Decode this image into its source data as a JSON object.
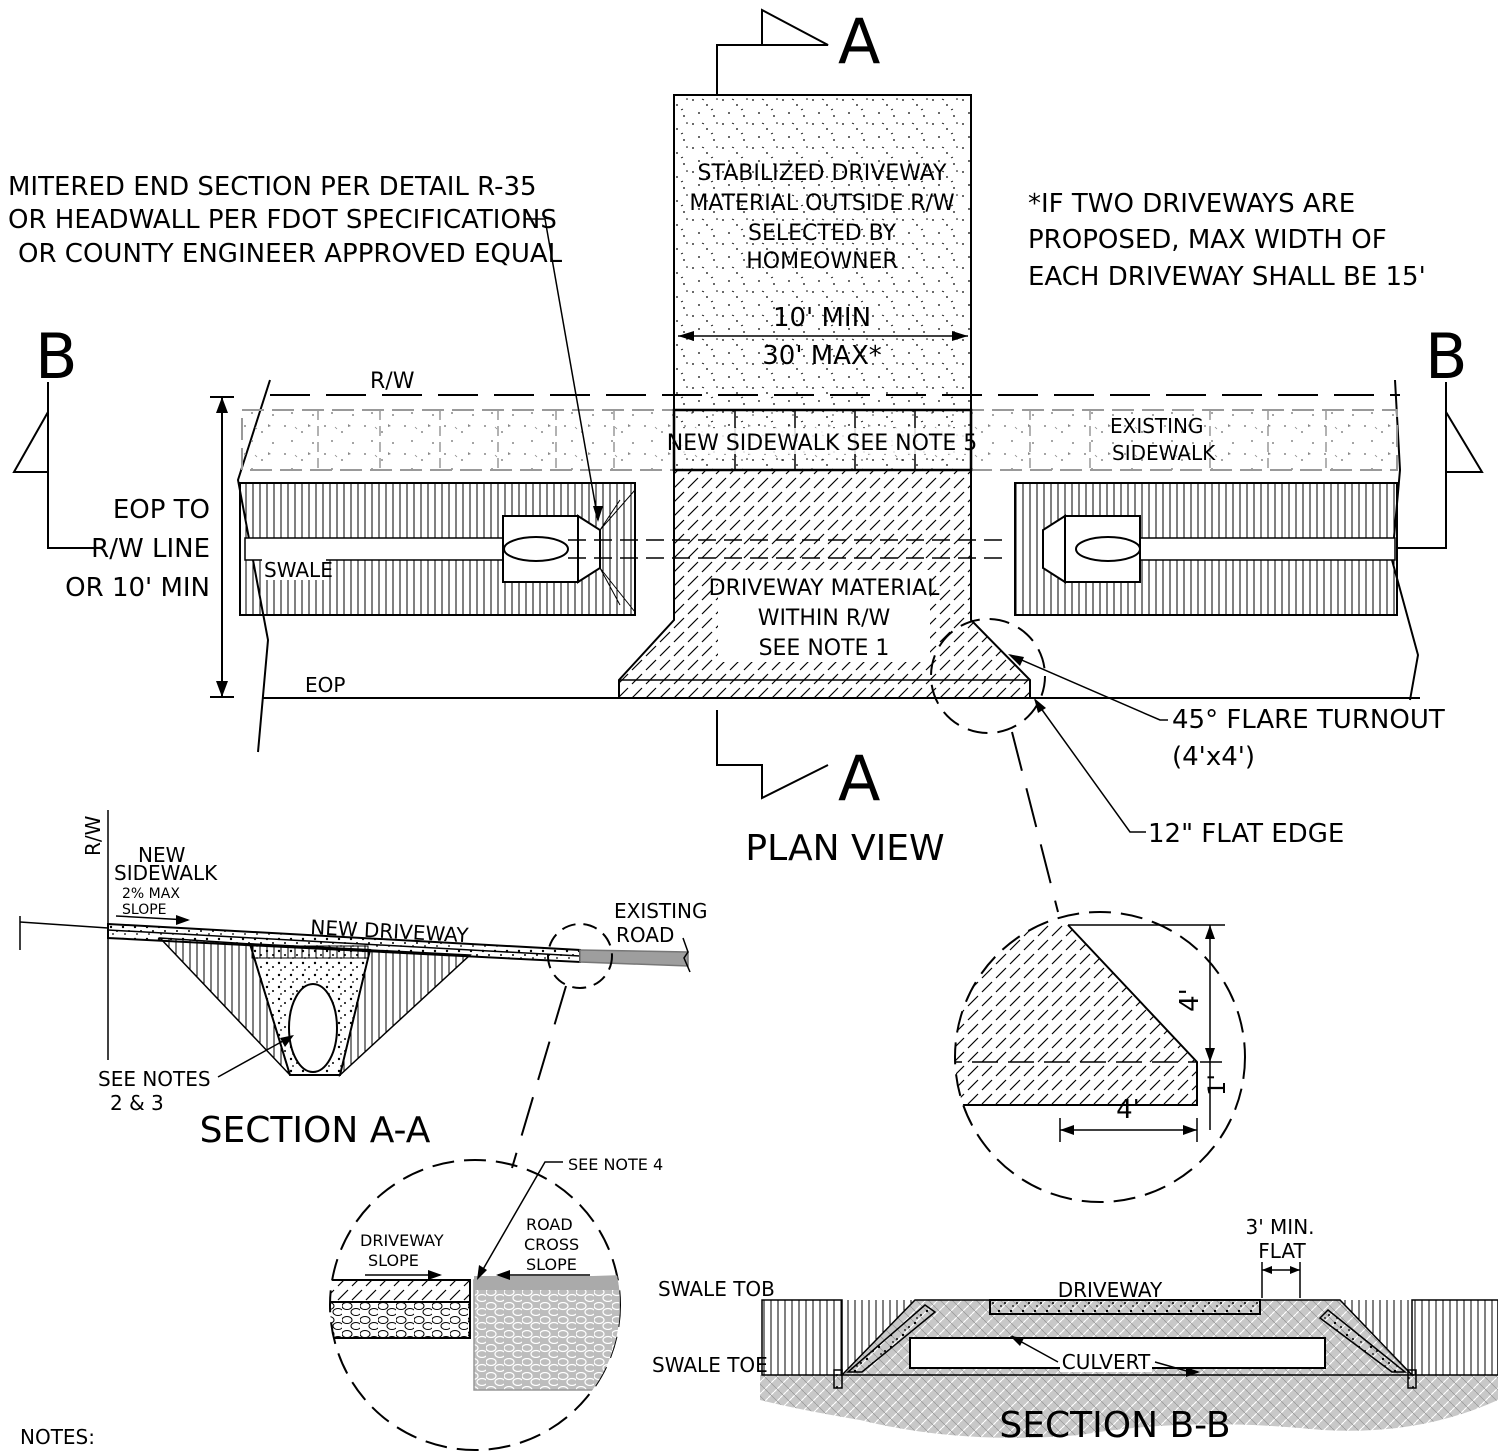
{
  "section_markers": {
    "a_top": "A",
    "a_bottom": "A",
    "b_left": "B",
    "b_right": "B"
  },
  "plan_view": {
    "title": "PLAN VIEW",
    "mitered_note": {
      "line1": "MITERED END SECTION PER DETAIL R-35",
      "line2": "OR HEADWALL PER FDOT SPECIFICATIONS",
      "line3": "OR COUNTY ENGINEER APPROVED EQUAL"
    },
    "stabilized_note": {
      "line1": "STABILIZED DRIVEWAY",
      "line2": "MATERIAL OUTSIDE R/W",
      "line3": "SELECTED BY",
      "line4": "HOMEOWNER"
    },
    "width_min": "10' MIN",
    "width_max": "30' MAX*",
    "two_driveways_note": {
      "line1": "*IF TWO DRIVEWAYS ARE",
      "line2": "PROPOSED, MAX WIDTH OF",
      "line3": "EACH DRIVEWAY SHALL BE 15'"
    },
    "rw_label": "R/W",
    "new_sidewalk": "NEW SIDEWALK SEE NOTE 5",
    "existing_sidewalk": {
      "line1": "EXISTING",
      "line2": "SIDEWALK"
    },
    "eop_dim": {
      "line1": "EOP TO",
      "line2": "R/W LINE",
      "line3": "OR 10' MIN"
    },
    "swale": "SWALE",
    "driveway_material": {
      "line1": "DRIVEWAY MATERIAL",
      "line2": "WITHIN R/W",
      "line3": "SEE NOTE 1"
    },
    "eop": "EOP",
    "flare_note": {
      "line1": "45° FLARE TURNOUT",
      "line2": "(4'x4')"
    },
    "flat_edge": "12\" FLAT EDGE"
  },
  "flare_detail": {
    "dim_4_vertical": "4'",
    "dim_1": "1'",
    "dim_4_horizontal": "4'"
  },
  "section_aa": {
    "title": "SECTION A-A",
    "rw": "R/W",
    "new_sidewalk": {
      "line1": "NEW",
      "line2": "SIDEWALK"
    },
    "slope": {
      "line1": "2% MAX",
      "line2": "SLOPE"
    },
    "new_driveway": "NEW DRIVEWAY",
    "existing_road": {
      "line1": "EXISTING",
      "line2": "ROAD"
    },
    "see_notes": {
      "line1": "SEE NOTES",
      "line2": "2 & 3"
    }
  },
  "joint_detail": {
    "see_note_4": "SEE NOTE 4",
    "driveway_slope": {
      "line1": "DRIVEWAY",
      "line2": "SLOPE"
    },
    "road_cross_slope": {
      "line1": "ROAD",
      "line2": "CROSS",
      "line3": "SLOPE"
    }
  },
  "section_bb": {
    "title": "SECTION B-B",
    "min_flat": {
      "line1": "3' MIN.",
      "line2": "FLAT"
    },
    "swale_tob": "SWALE TOB",
    "swale_toe": "SWALE TOE",
    "driveway": "DRIVEWAY",
    "culvert": "CULVERT"
  },
  "notes_label": "NOTES:"
}
